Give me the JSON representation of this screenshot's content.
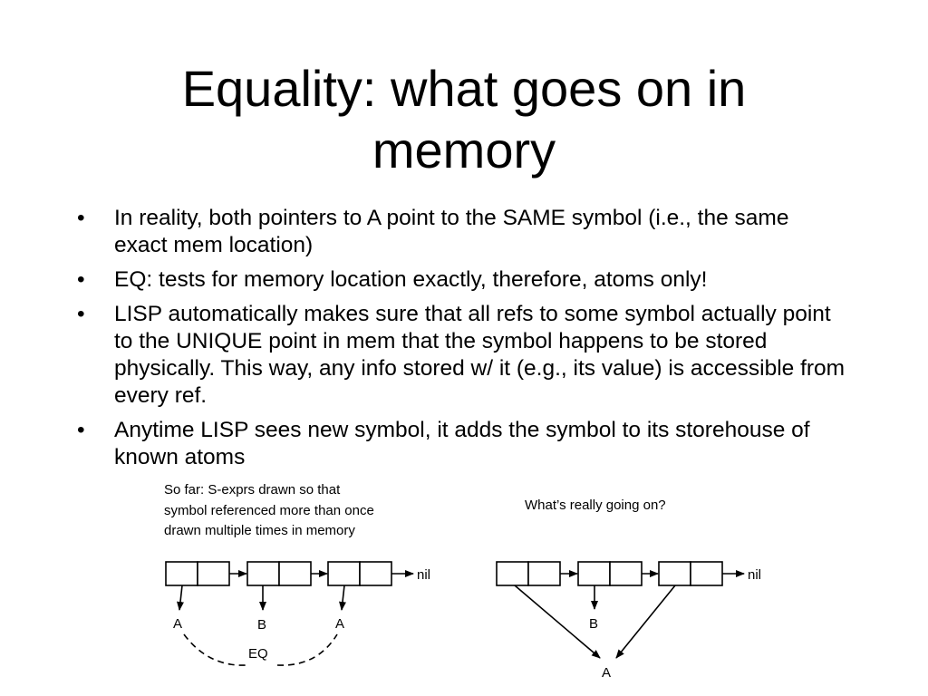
{
  "slide": {
    "title_line1": "Equality: what goes on in",
    "title_line2": "memory",
    "bullet_symbol": "•",
    "bullets": [
      "In reality, both pointers to A point to the SAME symbol (i.e., the same exact mem location)",
      "EQ: tests for memory location exactly, therefore, atoms only!",
      "LISP automatically makes sure that all refs to some symbol actually point to the UNIQUE point in mem that the symbol happens to be stored physically. This way, any info stored w/ it (e.g., its value) is accessible from every ref.",
      "Anytime LISP sees new symbol, it adds the symbol to its storehouse of known atoms"
    ]
  },
  "diagram": {
    "left": {
      "caption_line1": "So far: S-exprs drawn so that",
      "caption_line2": "symbol referenced more than once",
      "caption_line3": "drawn multiple times in memory",
      "atoms": [
        "A",
        "B",
        "A"
      ],
      "terminator": "nil",
      "eq_label": "EQ"
    },
    "right": {
      "caption": "What’s really going on?",
      "atom_b": "B",
      "atom_a": "A",
      "terminator": "nil"
    }
  }
}
